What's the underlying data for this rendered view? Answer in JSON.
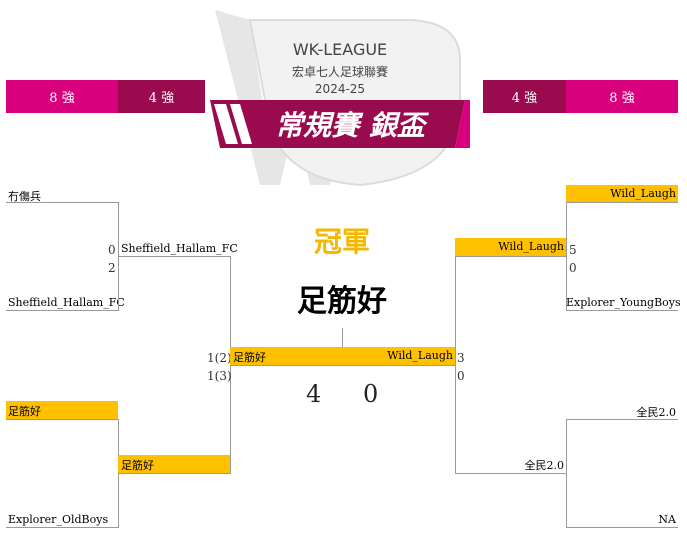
{
  "colors": {
    "pink": "#d9007e",
    "maroon": "#9a0a4f",
    "gold": "#ffc000",
    "champion_gold": "#f5b800"
  },
  "header": {
    "left_qf": "8 強",
    "left_sf": "4 強",
    "right_sf": "4 強",
    "right_qf": "8 強"
  },
  "logo": {
    "league": "WK-LEAGUE",
    "subtitle": "宏卓七人足球聯賽",
    "season": "2024-25",
    "cup": "常規賽 銀盃"
  },
  "champion": {
    "label": "冠軍",
    "team": "足筋好",
    "score_left": "4",
    "score_right": "0"
  },
  "left": {
    "qf1": {
      "team_a": "冇傷兵",
      "team_b": "Sheffield_Hallam_FC",
      "score_a": "0",
      "score_b": "2"
    },
    "qf2": {
      "team_a": "足筋好",
      "team_b": "Explorer_OldBoys"
    },
    "sf": {
      "team_a": "Sheffield_Hallam_FC",
      "team_b": "足筋好",
      "score_a": "1(2)",
      "score_b": "1(3)"
    },
    "final_team": "足筋好"
  },
  "right": {
    "qf1": {
      "team_a": "Wild_Laugh",
      "team_b": "Explorer_YoungBoys",
      "score_a": "5",
      "score_b": "0"
    },
    "qf2": {
      "team_a": "全民2.0",
      "team_b": "NA"
    },
    "sf": {
      "team_a": "Wild_Laugh",
      "team_b": "全民2.0",
      "score_a": "3",
      "score_b": "0"
    },
    "final_team": "Wild_Laugh"
  }
}
